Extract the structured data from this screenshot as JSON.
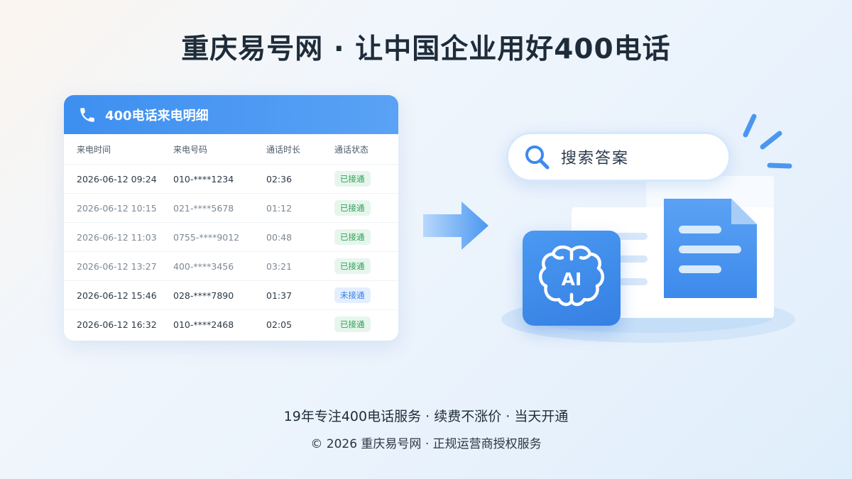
{
  "headline": "重庆易号网 · 让中国企业用好400电话",
  "call_table": {
    "title": "400电话来电明细",
    "phone_icon": "phone-icon",
    "columns": [
      "来电时间",
      "来电号码",
      "通话时长",
      "通话状态"
    ],
    "rows": [
      {
        "time": "2026-06-12 09:24",
        "number": "010-****1234",
        "duration": "02:36",
        "status": "已接通",
        "status_kind": "connected"
      },
      {
        "time": "2026-06-12 10:15",
        "number": "021-****5678",
        "duration": "01:12",
        "status": "已接通",
        "status_kind": "connected"
      },
      {
        "time": "2026-06-12 11:03",
        "number": "0755-****9012",
        "duration": "00:48",
        "status": "已接通",
        "status_kind": "connected"
      },
      {
        "time": "2026-06-12 13:27",
        "number": "400-****3456",
        "duration": "03:21",
        "status": "已接通",
        "status_kind": "connected"
      },
      {
        "time": "2026-06-12 15:46",
        "number": "028-****7890",
        "duration": "01:37",
        "status": "未接通",
        "status_kind": "missed"
      },
      {
        "time": "2026-06-12 16:32",
        "number": "010-****2468",
        "duration": "02:05",
        "status": "已接通",
        "status_kind": "connected"
      }
    ]
  },
  "search": {
    "text": "搜索答案",
    "icon": "search-icon"
  },
  "ai_card": {
    "label": "AI",
    "icon": "brain-icon"
  },
  "footer": {
    "tagline": "19年专注400电话服务 · 续费不涨价 · 当天开通",
    "copyright": "© 2026 重庆易号网 · 正规运营商授权服务"
  },
  "colors": {
    "brand_blue": "#3d8ff0",
    "badge_green": "#2f9e58",
    "badge_blue": "#3b7fe0"
  }
}
